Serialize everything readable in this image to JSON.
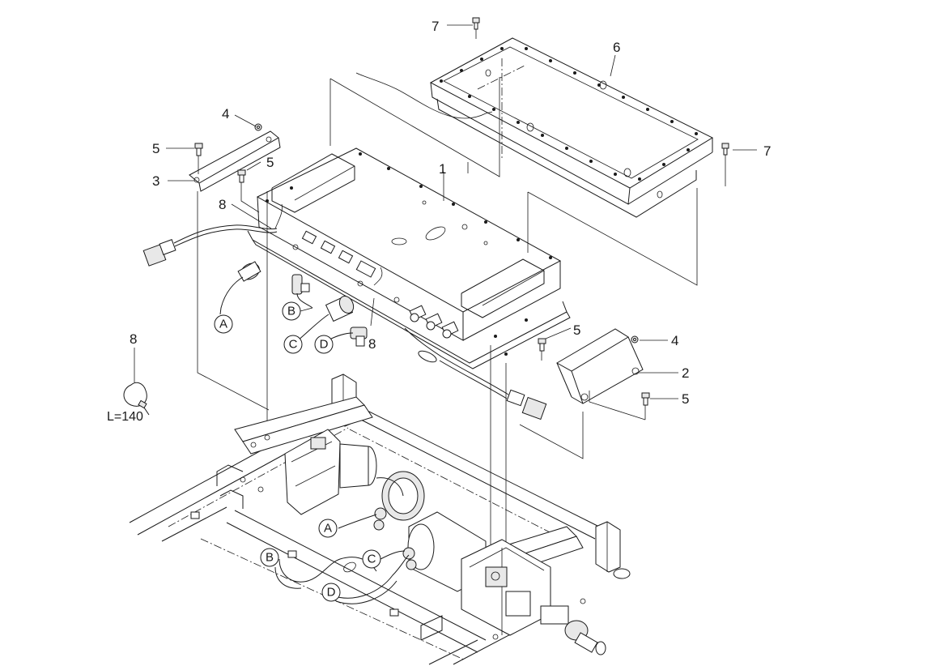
{
  "callouts": [
    {
      "id": "c7a",
      "text": "7"
    },
    {
      "id": "c6",
      "text": "6"
    },
    {
      "id": "c7b",
      "text": "7"
    },
    {
      "id": "c4a",
      "text": "4"
    },
    {
      "id": "c5a",
      "text": "5"
    },
    {
      "id": "c5b",
      "text": "5"
    },
    {
      "id": "c3",
      "text": "3"
    },
    {
      "id": "c1",
      "text": "1"
    },
    {
      "id": "c8a",
      "text": "8"
    },
    {
      "id": "c8b",
      "text": "8"
    },
    {
      "id": "c8c",
      "text": "8"
    },
    {
      "id": "c5c",
      "text": "5"
    },
    {
      "id": "c4b",
      "text": "4"
    },
    {
      "id": "c2",
      "text": "2"
    },
    {
      "id": "c5d",
      "text": "5"
    }
  ],
  "connector_letters": {
    "A_top": "A",
    "B_top": "B",
    "C_top": "C",
    "D_top": "D",
    "A_bottom": "A",
    "B_bottom": "B",
    "C_bottom": "C",
    "D_bottom": "D"
  },
  "cable_tie_length": "L=140"
}
